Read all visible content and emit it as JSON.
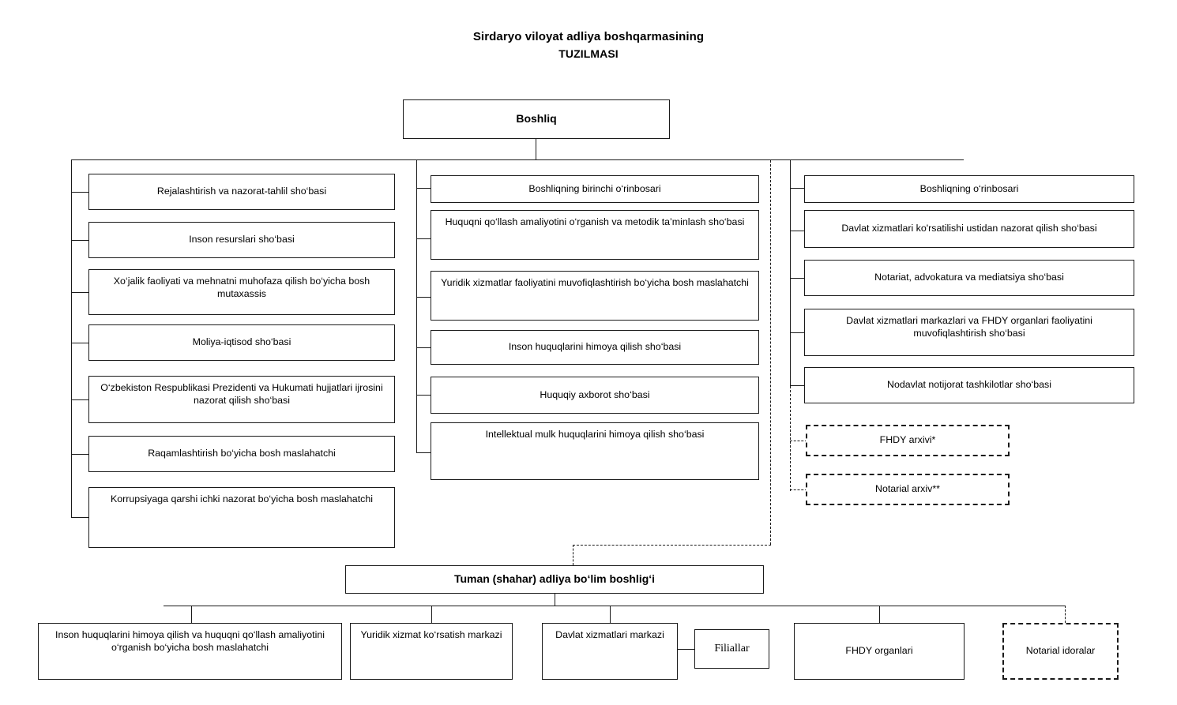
{
  "title": {
    "line1": "Sirdaryo viloyat adliya boshqarmasining",
    "line2": "TUZILMASI"
  },
  "chart": {
    "type": "org-chart",
    "root": {
      "label": "Boshliq"
    },
    "left_branch": {
      "items": [
        {
          "label": "Rejalashtirish va nazorat-tahlil sho‘basi"
        },
        {
          "label": "Inson resurslari sho‘basi"
        },
        {
          "label": "Xo‘jalik faoliyati va mehnatni muhofaza qilish bo‘yicha bosh mutaxassis"
        },
        {
          "label": "Moliya-iqtisod sho‘basi"
        },
        {
          "label": "O‘zbekiston Respublikasi Prezidenti va Hukumati hujjatlari ijrosini nazorat qilish sho‘basi"
        },
        {
          "label": "Raqamlashtirish bo‘yicha bosh maslahatchi"
        },
        {
          "label": "Korrupsiyaga qarshi ichki nazorat bo‘yicha bosh maslahatchi"
        }
      ]
    },
    "middle_branch": {
      "head": {
        "label": "Boshliqning birinchi o‘rinbosari"
      },
      "items": [
        {
          "label": "Huquqni qo‘llash amaliyotini o‘rganish va metodik ta’minlash sho‘basi"
        },
        {
          "label": "Yuridik xizmatlar faoliyatini muvofiqlashtirish bo‘yicha bosh maslahatchi"
        },
        {
          "label": "Inson huquqlarini himoya qilish sho‘basi"
        },
        {
          "label": "Huquqiy axborot sho‘basi"
        },
        {
          "label": "Intellektual mulk huquqlarini himoya qilish sho‘basi"
        }
      ]
    },
    "right_branch": {
      "head": {
        "label": "Boshliqning o‘rinbosari"
      },
      "items": [
        {
          "label": "Davlat xizmatlari ko'rsatilishi ustidan nazorat qilish sho‘basi"
        },
        {
          "label": "Notariat, advokatura va mediatsiya sho‘basi"
        },
        {
          "label": "Davlat xizmatlari markazlari va FHDY organlari faoliyatini muvofiqlashtirish sho‘basi"
        },
        {
          "label": "Nodavlat notijorat tashkilotlar sho‘basi"
        }
      ],
      "dashed_items": [
        {
          "label": "FHDY arxivi*"
        },
        {
          "label": "Notarial arxiv**"
        }
      ]
    },
    "district_branch": {
      "head": {
        "label": "Tuman (shahar) adliya bo‘lim boshlig‘i"
      },
      "items": [
        {
          "label": "Inson huquqlarini himoya qilish va huquqni qo‘llash amaliyotini o‘rganish bo‘yicha bosh maslahatchi",
          "dashed": false
        },
        {
          "label": "Yuridik xizmat ko‘rsatish markazi",
          "dashed": false
        },
        {
          "label": "Davlat xizmatlari markazi",
          "dashed": false
        },
        {
          "label": "FHDY organlari",
          "dashed": false
        },
        {
          "label": "Notarial idoralar",
          "dashed": true
        }
      ],
      "sub_items": [
        {
          "label": "Filiallar",
          "parent": "Davlat xizmatlari markazi"
        }
      ]
    }
  },
  "colors": {
    "line": "#1a1a1a",
    "box_fill": "#ffffff",
    "text": "#000000",
    "background": "#ffffff"
  }
}
